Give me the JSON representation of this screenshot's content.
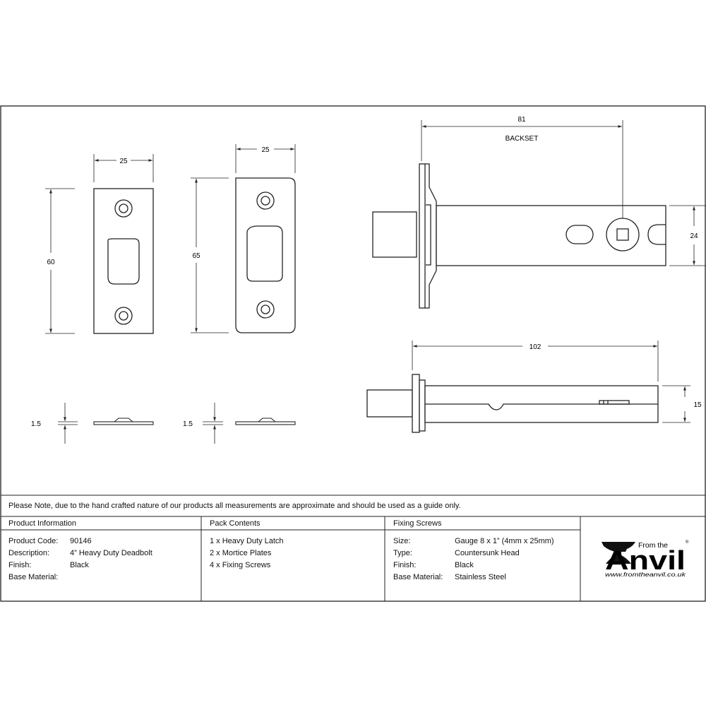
{
  "drawing": {
    "plate1": {
      "width": "25",
      "height": "60",
      "thickness": "1.5"
    },
    "plate2": {
      "width": "25",
      "height": "65",
      "thickness": "1.5"
    },
    "latch_side": {
      "backset_value": "81",
      "backset_label": "BACKSET",
      "height": "24"
    },
    "latch_top": {
      "length": "102",
      "height": "15"
    }
  },
  "note": "Please Note, due to the hand crafted nature of our products all measurements are approximate and should be used as a guide only.",
  "product_info": {
    "heading": "Product Information",
    "rows": [
      {
        "label": "Product Code:",
        "value": "90146"
      },
      {
        "label": "Description:",
        "value": "4” Heavy Duty Deadbolt"
      },
      {
        "label": "Finish:",
        "value": "Black"
      },
      {
        "label": "Base Material:",
        "value": ""
      }
    ]
  },
  "pack_contents": {
    "heading": "Pack Contents",
    "items": [
      "1 x Heavy Duty Latch",
      "2 x Mortice Plates",
      "4 x Fixing Screws"
    ]
  },
  "fixing_screws": {
    "heading": "Fixing Screws",
    "rows": [
      {
        "label": "Size:",
        "value": "Gauge 8 x 1” (4mm x 25mm)"
      },
      {
        "label": "Type:",
        "value": "Countersunk Head"
      },
      {
        "label": "Finish:",
        "value": "Black"
      },
      {
        "label": "Base Material:",
        "value": "Stainless Steel"
      }
    ]
  },
  "logo": {
    "from_the": "From the",
    "name": "Anvil",
    "registered": "®",
    "url": "www.fromtheanvil.co.uk"
  }
}
